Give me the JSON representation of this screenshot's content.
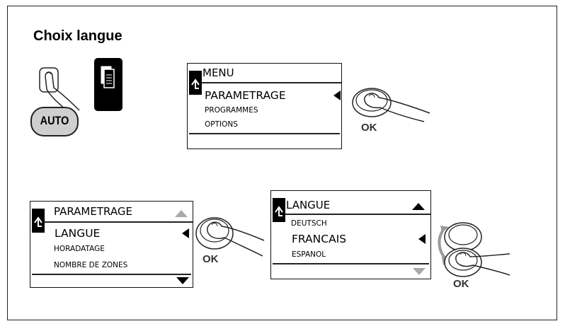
{
  "page": {
    "title": "Choix langue"
  },
  "auto_button": {
    "label": "AUTO"
  },
  "panel1": {
    "header": "MENU",
    "selected": "PARAMETRAGE",
    "items": [
      "PROGRAMMES",
      "OPTIONS"
    ],
    "ok_label": "OK"
  },
  "panel2": {
    "header": "PARAMETRAGE",
    "selected": "LANGUE",
    "items": [
      "HORADATAGE",
      "NOMBRE DE ZONES"
    ],
    "ok_label": "OK"
  },
  "panel3": {
    "header": "LANGUE",
    "item_above": "DEUTSCH",
    "selected": "FRANCAIS",
    "item_below": "ESPANOL",
    "ok_label": "OK"
  },
  "colors": {
    "frame": "#222222",
    "auto_fill": "#cccccc",
    "scroll_arrow_inactive": "#aaaaaa"
  }
}
